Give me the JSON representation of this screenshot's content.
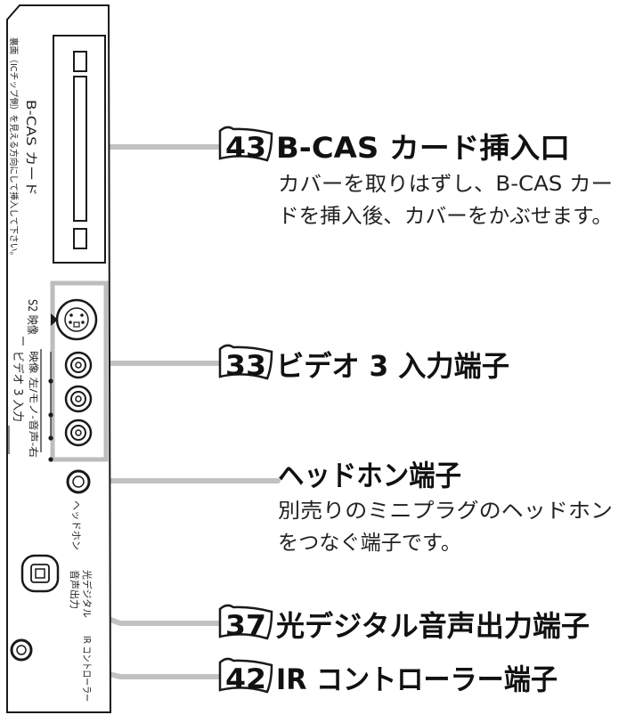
{
  "panel_labels": {
    "bcas_instruction": "裏面（ICチップ側）を見える方向にして挿入して下さい。",
    "bcas_card": "B-CAS カード",
    "s2_video": "S2 映像",
    "video3_input": "ビデオ 3 入力",
    "video3_detail": "映像 左/モノ-音声-右",
    "headphone": "ヘッドホン",
    "optical_line1": "光デジタル",
    "optical_line2": "音声出力",
    "ir_controller": "IR コントローラー"
  },
  "callouts": {
    "bcas": {
      "page": "43",
      "title": "B-CAS カード挿入口",
      "desc_line1": "カバーを取りはずし、B-CAS カー",
      "desc_line2": "ドを挿入後、カバーをかぶせます。"
    },
    "video3": {
      "page": "33",
      "title": "ビデオ 3 入力端子"
    },
    "headphone": {
      "title": "ヘッドホン端子",
      "desc_line1": "別売りのミニプラグのヘッドホン",
      "desc_line2": "をつなぐ端子です。"
    },
    "optical": {
      "page": "37",
      "title": "光デジタル音声出力端子"
    },
    "ir": {
      "page": "42",
      "title": "IR コントローラー端子"
    }
  },
  "colors": {
    "leader_line": "#c2c2c2",
    "panel_outline": "#1a1a1a",
    "group_box": "#bdbdbd"
  }
}
